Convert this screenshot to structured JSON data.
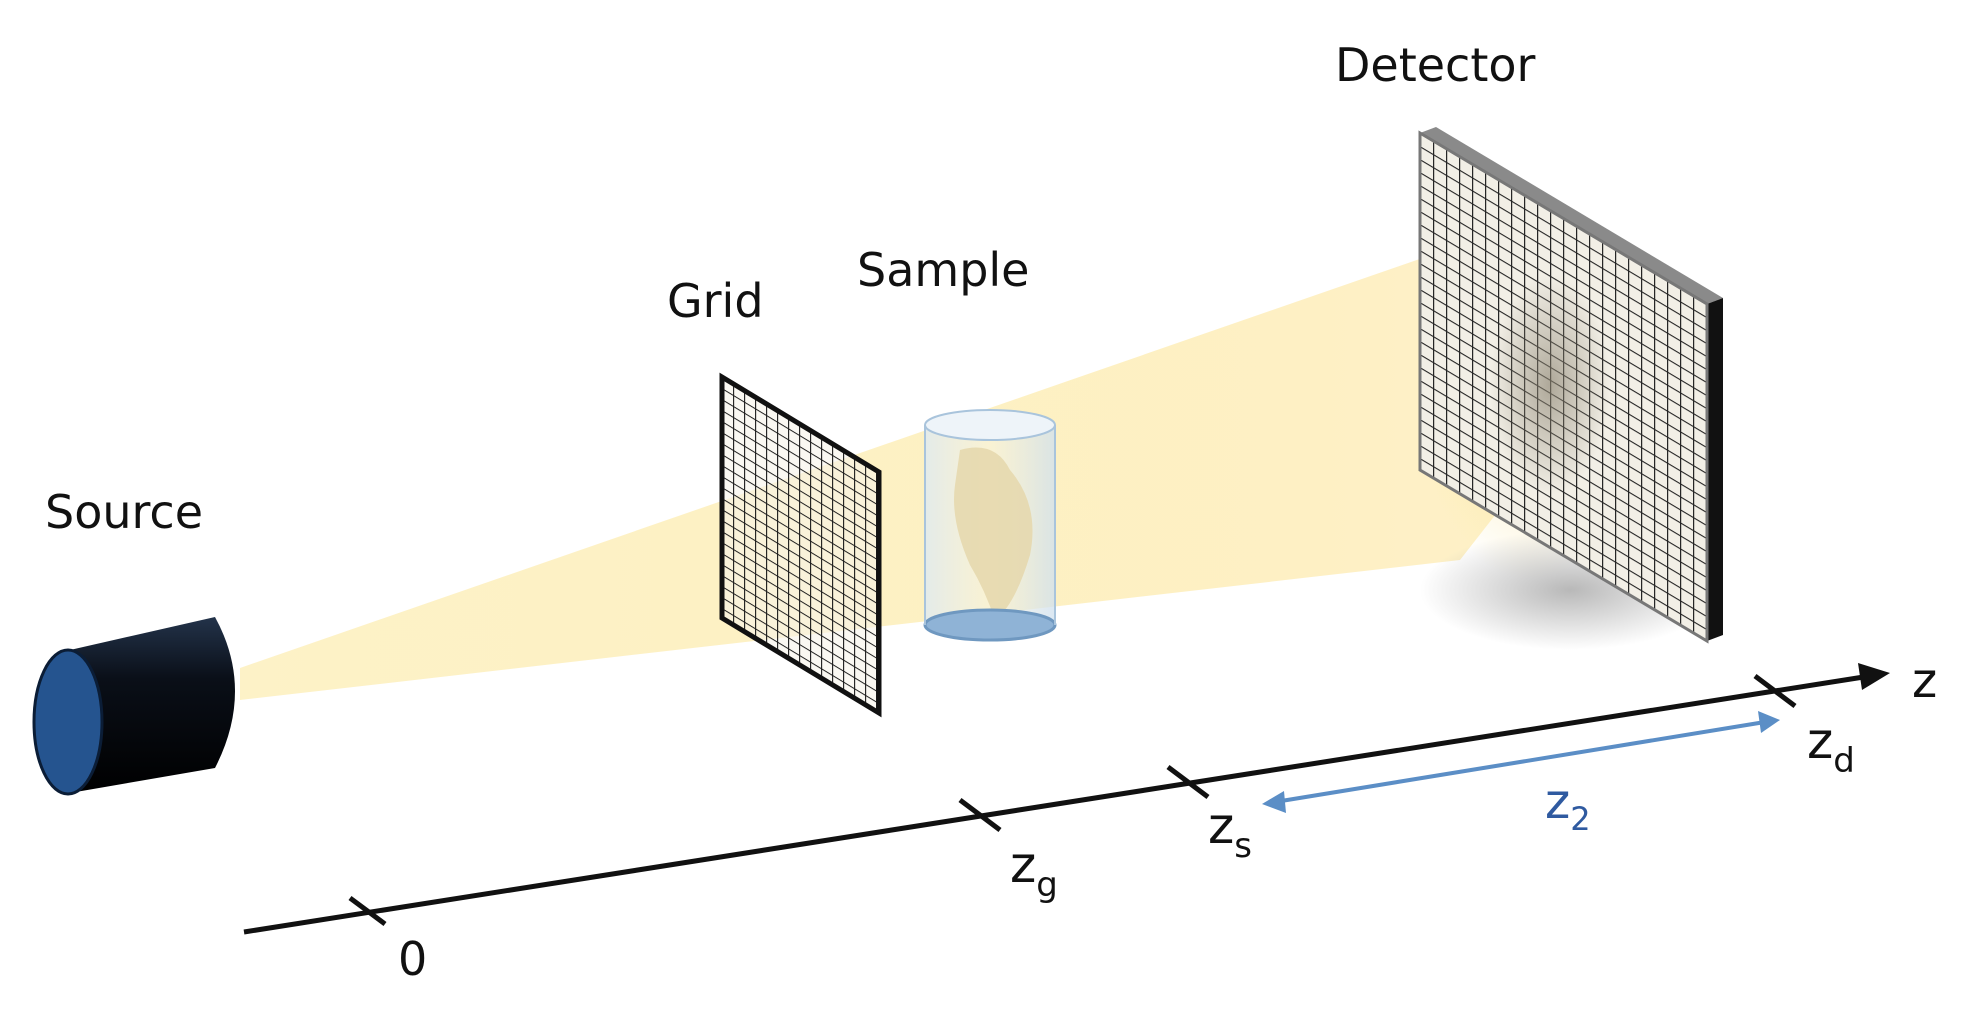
{
  "labels": {
    "source": "Source",
    "grid": "Grid",
    "sample": "Sample",
    "detector": "Detector"
  },
  "axis": {
    "label": "z",
    "ticks": {
      "origin": "0",
      "grid": {
        "base": "z",
        "sub": "g"
      },
      "sample": {
        "base": "z",
        "sub": "s"
      },
      "detector": {
        "base": "z",
        "sub": "d"
      }
    },
    "distance": {
      "base": "z",
      "sub": "2"
    }
  },
  "colors": {
    "beam": "#fde9a6",
    "source_body": "#0b1320",
    "source_face": "#25548f",
    "axis": "#111111",
    "distance_arrow": "#5b8ec6",
    "distance_text": "#2f5aa0",
    "sample_tube": "#b8d3ea",
    "sample_animal": "#e9dcb4"
  },
  "icons": {
    "source": "x-ray-source-icon",
    "grid": "absorption-grid-icon",
    "sample": "mouse-in-tube-icon",
    "detector": "pixel-detector-icon"
  }
}
